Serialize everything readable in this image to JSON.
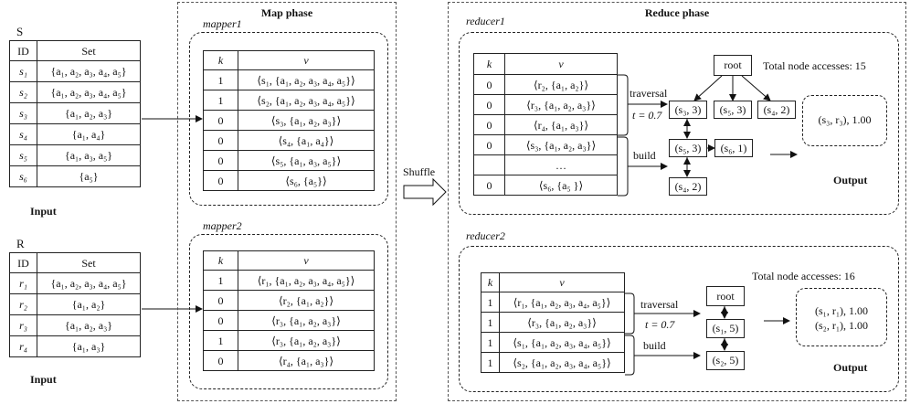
{
  "input": {
    "s_name": "S",
    "r_name": "R",
    "id_header": "ID",
    "set_header": "Set",
    "caption": "Input",
    "s_rows": [
      {
        "id": "s₁",
        "set": "{a₁, a₂, a₃, a₄, a₅}"
      },
      {
        "id": "s₂",
        "set": "{a₁, a₂, a₃, a₄, a₅}"
      },
      {
        "id": "s₃",
        "set": "{a₁,  a₂,  a₃}"
      },
      {
        "id": "s₄",
        "set": "{a₁,  a₄}"
      },
      {
        "id": "s₅",
        "set": "{a₁,  a₃, a₅}"
      },
      {
        "id": "s₆",
        "set": "{a₅}"
      }
    ],
    "r_rows": [
      {
        "id": "r₁",
        "set": "{a₁, a₂, a₃, a₄, a₅}"
      },
      {
        "id": "r₂",
        "set": "{a₁, a₂}"
      },
      {
        "id": "r₃",
        "set": "{a₁, a₂, a₃}"
      },
      {
        "id": "r₄",
        "set": "{a₁, a₃}"
      }
    ]
  },
  "map_phase": {
    "title": "Map phase",
    "k_header": "k",
    "v_header": "v",
    "mapper1": {
      "label": "mapper1",
      "rows": [
        {
          "k": "1",
          "v": "⟨s₁, {a₁, a₂, a₃, a₄, a₅}⟩"
        },
        {
          "k": "1",
          "v": "⟨s₂, {a₁, a₂, a₃, a₄, a₅}⟩"
        },
        {
          "k": "0",
          "v": "⟨s₃, {a₁,  a₂,  a₃}⟩"
        },
        {
          "k": "0",
          "v": "⟨s₄, {a₁,  a₄}⟩"
        },
        {
          "k": "0",
          "v": "⟨s₅, {a₁,  a₃, a₅}⟩"
        },
        {
          "k": "0",
          "v": "⟨s₆, {a₅}⟩"
        }
      ]
    },
    "mapper2": {
      "label": "mapper2",
      "rows": [
        {
          "k": "1",
          "v": "⟨r₁, {a₁, a₂, a₃, a₄, a₅}⟩"
        },
        {
          "k": "0",
          "v": "⟨r₂, {a₁, a₂}⟩"
        },
        {
          "k": "0",
          "v": "⟨r₃, {a₁, a₂, a₃}⟩"
        },
        {
          "k": "1",
          "v": "⟨r₃, {a₁, a₂, a₃}⟩"
        },
        {
          "k": "0",
          "v": "⟨r₄, {a₁, a₃}⟩"
        }
      ]
    }
  },
  "shuffle_label": "Shuffle",
  "reduce_phase": {
    "title": "Reduce phase",
    "k_header": "k",
    "v_header": "v",
    "reducer1": {
      "label": "reducer1",
      "rows": [
        {
          "k": "0",
          "v": "⟨r₂, {a₁, a₂}⟩"
        },
        {
          "k": "0",
          "v": "⟨r₃, {a₁, a₂, a₃}⟩"
        },
        {
          "k": "0",
          "v": "⟨r₄, {a₁, a₃}⟩"
        },
        {
          "k": "0",
          "v": "⟨s₃, {a₁,  a₂,  a₃}⟩"
        },
        {
          "k": "",
          "v": "…"
        },
        {
          "k": "0",
          "v": "⟨s₆, {a₅ }⟩"
        }
      ],
      "traversal": "traversal",
      "threshold": "t = 0.7",
      "build": "build",
      "total": "Total node accesses: 15",
      "nodes": {
        "root": "root",
        "n1": "(s₃, 3)",
        "n2": "(s₅, 3)",
        "n3": "(s₄, 2)",
        "n4": "(s₅, 3)",
        "n5": "(s₆, 1)",
        "n6": "(s₄, 2)"
      },
      "result": "(s₃, r₃), 1.00",
      "output": "Output"
    },
    "reducer2": {
      "label": "reducer2",
      "rows": [
        {
          "k": "1",
          "v": "⟨r₁, {a₁, a₂, a₃, a₄, a₅}⟩"
        },
        {
          "k": "1",
          "v": "⟨r₃, {a₁, a₂, a₃}⟩"
        },
        {
          "k": "1",
          "v": "⟨s₁, {a₁, a₂, a₃, a₄, a₅}⟩"
        },
        {
          "k": "1",
          "v": "⟨s₂, {a₁, a₂, a₃, a₄, a₅}⟩"
        }
      ],
      "traversal": "traversal",
      "threshold": "t = 0.7",
      "build": "build",
      "total": "Total node accesses: 16",
      "nodes": {
        "root": "root",
        "n1": "(s₁, 5)",
        "n2": "(s₂, 5)"
      },
      "result1": "(s₁, r₁), 1.00",
      "result2": "(s₂, r₁), 1.00",
      "output": "Output"
    }
  }
}
